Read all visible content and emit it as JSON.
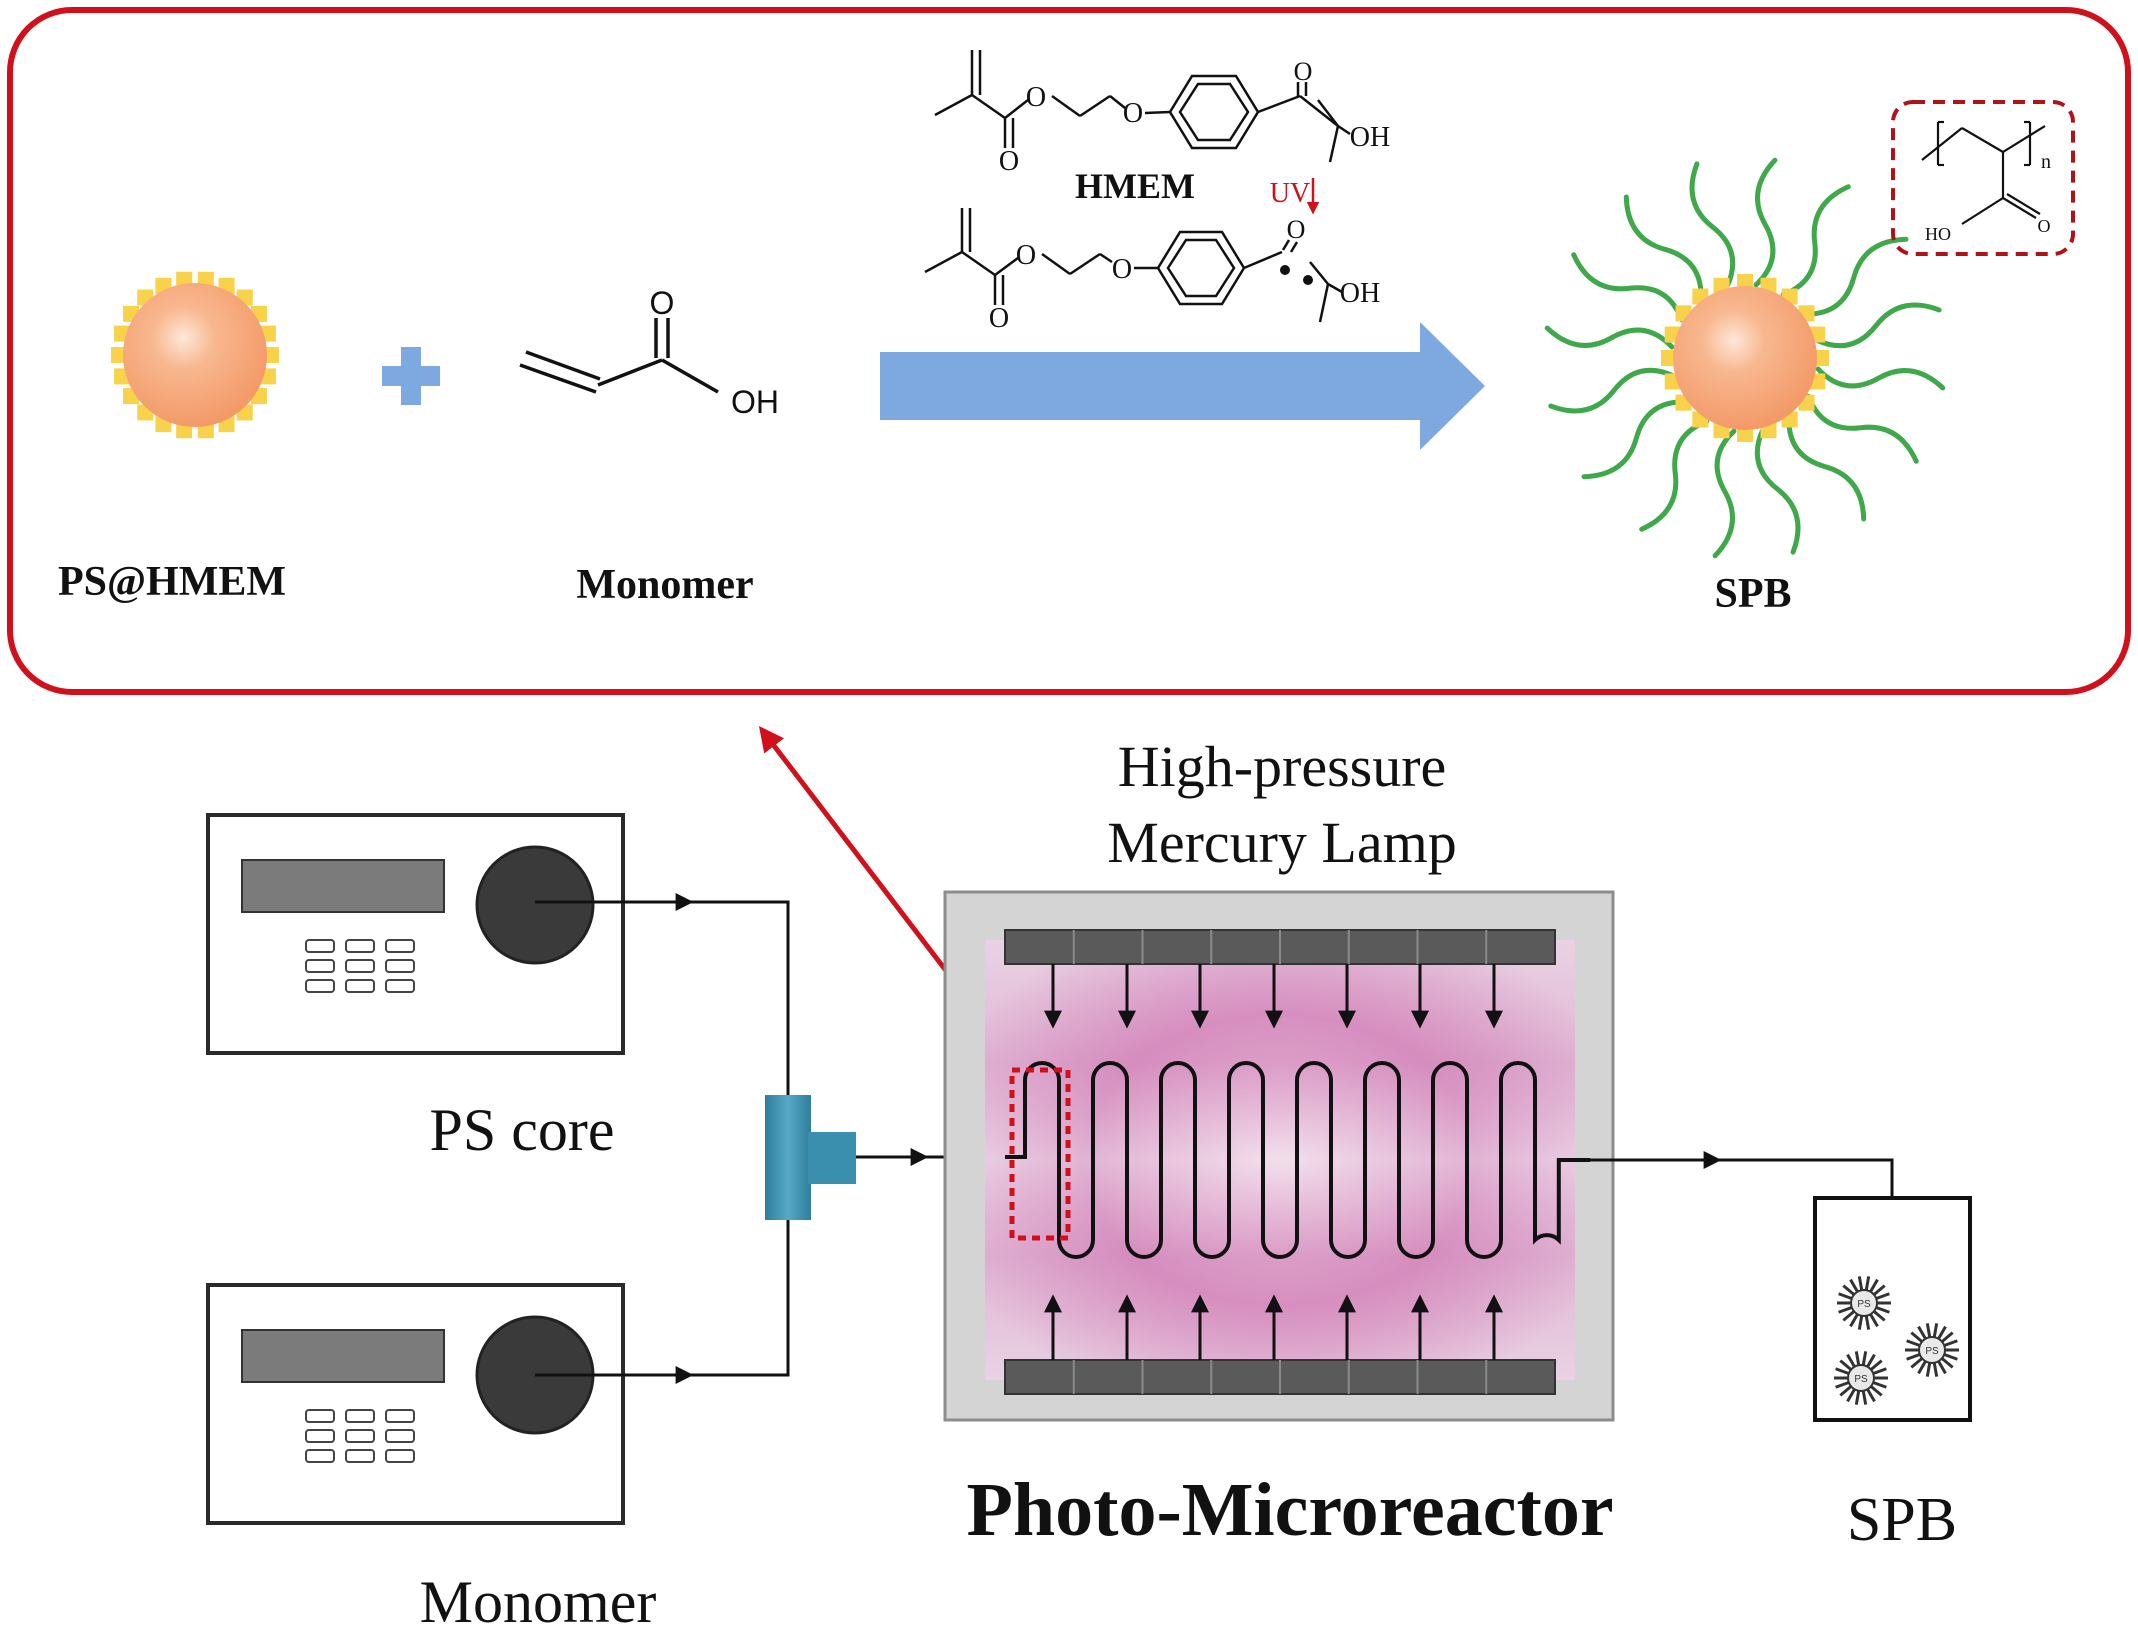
{
  "reaction_panel": {
    "core_label": "PS@HMEM",
    "monomer_label": "Monomer",
    "initiator_label": "HMEM",
    "uv_label": "UV",
    "product_label": "SPB",
    "chem": {
      "o": "O",
      "oh": "OH",
      "ho": "HO",
      "n": "n"
    }
  },
  "setup": {
    "lamp_label_line1": "High-pressure",
    "lamp_label_line2": "Mercury Lamp",
    "pump1_label": "PS core",
    "pump2_label": "Monomer",
    "reactor_label": "Photo-Microreactor",
    "output_label": "SPB",
    "particle_text": "PS"
  },
  "colors": {
    "panel_border": "#d0101a",
    "callout_arrow": "#d0101a",
    "flow_arrow": "#7ea8e0",
    "plus_sign": "#7ea8e0",
    "particle_core": "#f5a679",
    "particle_core_highlight": "#fde7d8",
    "particle_dots": "#f7d24a",
    "polymer_brush": "#3fa84a",
    "uv_text": "#d0101a",
    "mixer": "#3b8fae",
    "lamp_bar": "#5a5a5a",
    "reactor_frame": "#cfcfcf",
    "reactor_glow": "#c26aa8",
    "pump_display": "#7b7b7b",
    "pump_knob": "#3a3a3a"
  },
  "icons": {
    "pump_1": "syringe-pump-icon",
    "pump_2": "syringe-pump-icon",
    "mixer": "t-mixer-icon",
    "collector": "collection-vial-icon"
  }
}
